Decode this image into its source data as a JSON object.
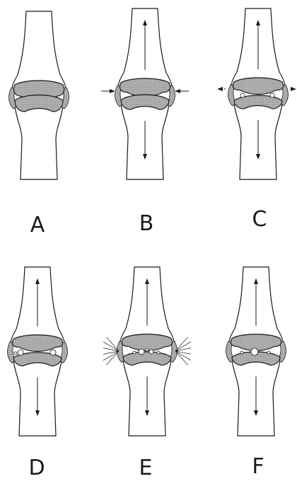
{
  "panels": [
    {
      "id": "A",
      "label": "A",
      "arrows": "none",
      "side_arrows": "none",
      "cavity": "none",
      "burst": false
    },
    {
      "id": "B",
      "label": "B",
      "arrows": "vertical",
      "side_arrows": "inward",
      "cavity": "narrow",
      "burst": false
    },
    {
      "id": "C",
      "label": "C",
      "arrows": "vertical",
      "side_arrows": "outward",
      "cavity": "bubbles-small",
      "burst": false
    },
    {
      "id": "D",
      "label": "D",
      "arrows": "vertical",
      "side_arrows": "none",
      "cavity": "bubbles-side",
      "burst": false
    },
    {
      "id": "E",
      "label": "E",
      "arrows": "vertical",
      "side_arrows": "none",
      "cavity": "bubbles-many",
      "burst": true
    },
    {
      "id": "F",
      "label": "F",
      "arrows": "vertical",
      "side_arrows": "none",
      "cavity": "bubble-center",
      "burst": false
    }
  ],
  "colors": {
    "line": "#1a1a1a",
    "cartilage": "#a9a9a9",
    "capsule": "#8c8c8c",
    "bone": "#ffffff"
  }
}
